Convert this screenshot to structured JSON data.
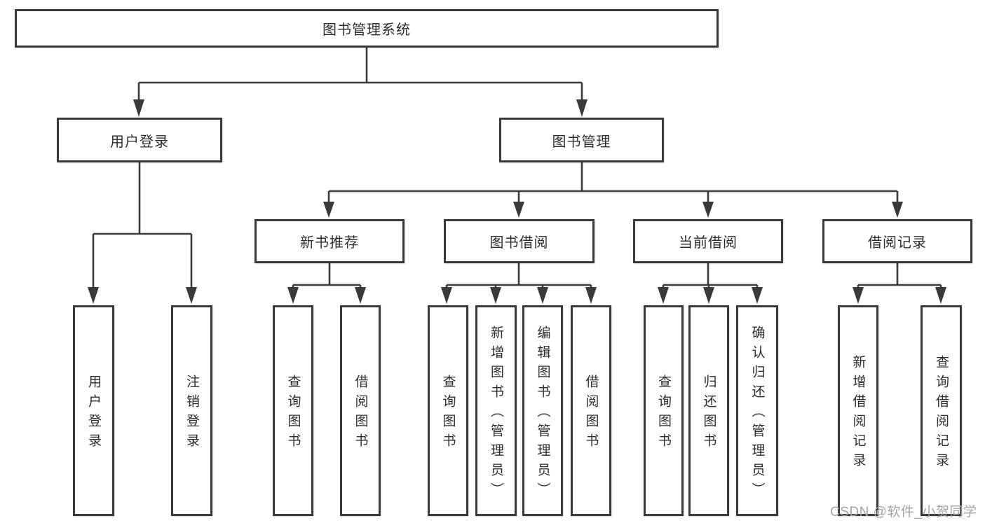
{
  "diagram": {
    "title": "图书管理系统",
    "branches": [
      {
        "label": "用户登录",
        "children": [
          "用户登录",
          "注销登录"
        ]
      },
      {
        "label": "图书管理",
        "sections": [
          {
            "label": "新书推荐",
            "children": [
              "查询图书",
              "借阅图书"
            ]
          },
          {
            "label": "图书借阅",
            "children": [
              "查询图书",
              "新增图书（管理员）",
              "编辑图书（管理员）",
              "借阅图书"
            ]
          },
          {
            "label": "当前借阅",
            "children": [
              "查询图书",
              "归还图书",
              "确认归还（管理员）"
            ]
          },
          {
            "label": "借阅记录",
            "children": [
              "新增借阅记录",
              "查询借阅记录"
            ]
          }
        ]
      }
    ]
  },
  "watermark": "CSDN @软件_小贺同学",
  "colors": {
    "line": "#3a3a3a",
    "text": "#2d2d2d",
    "watermark": "#a4a4a4",
    "background": "#ffffff"
  }
}
